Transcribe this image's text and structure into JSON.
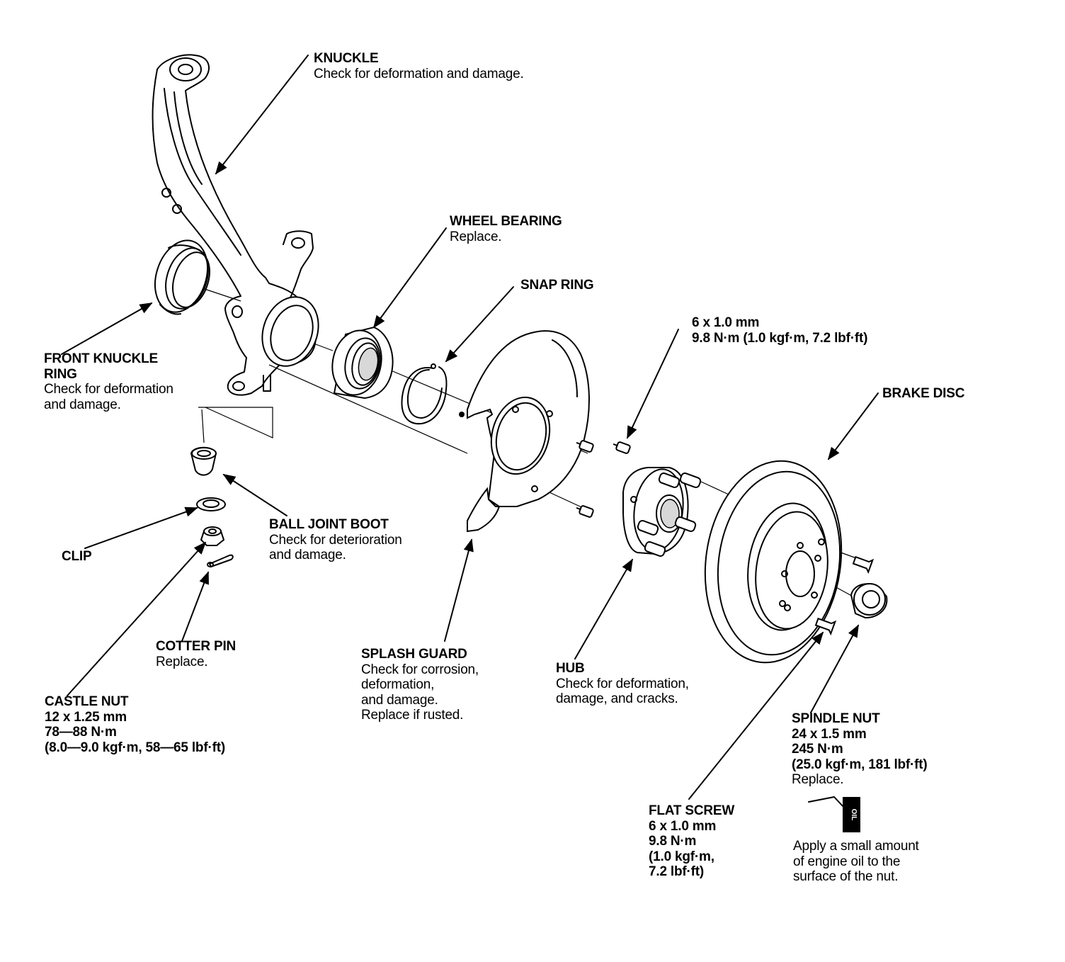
{
  "diagram": {
    "knuckle": {
      "title": "KNUCKLE",
      "lines": [
        "Check for deformation and damage."
      ]
    },
    "front_knuckle_ring": {
      "title_lines": [
        "FRONT KNUCKLE",
        "RING"
      ],
      "lines": [
        "Check for deformation",
        "and damage."
      ]
    },
    "wheel_bearing": {
      "title": "WHEEL BEARING",
      "lines": [
        "Replace."
      ]
    },
    "snap_ring": {
      "title": "SNAP RING"
    },
    "bolt_spec": {
      "bold_lines": [
        "6 x 1.0 mm",
        "9.8 N·m (1.0 kgf·m, 7.2 lbf·ft)"
      ]
    },
    "brake_disc": {
      "title": "BRAKE DISC"
    },
    "ball_joint_boot": {
      "title": "BALL JOINT BOOT",
      "lines": [
        "Check for deterioration",
        "and damage."
      ]
    },
    "clip": {
      "title": "CLIP"
    },
    "cotter_pin": {
      "title": "COTTER PIN",
      "lines": [
        "Replace."
      ]
    },
    "castle_nut": {
      "title": "CASTLE NUT",
      "bold_lines": [
        "12 x 1.25 mm",
        "78—88 N·m",
        "(8.0—9.0 kgf·m, 58—65 lbf·ft)"
      ]
    },
    "splash_guard": {
      "title": "SPLASH GUARD",
      "lines": [
        "Check for corrosion,",
        "deformation,",
        "and damage.",
        "Replace if rusted."
      ]
    },
    "hub": {
      "title": "HUB",
      "lines": [
        "Check for deformation,",
        "damage, and cracks."
      ]
    },
    "spindle_nut": {
      "title": "SPINDLE NUT",
      "bold_lines": [
        "24 x 1.5 mm",
        "245 N·m",
        "(25.0 kgf·m, 181 lbf·ft)"
      ],
      "lines": [
        "Replace."
      ]
    },
    "flat_screw": {
      "title": "FLAT SCREW",
      "bold_lines": [
        "6 x 1.0 mm",
        "9.8 N·m",
        "(1.0 kgf·m,",
        "7.2 lbf·ft)"
      ]
    },
    "oil_note": {
      "can_label": "OIL",
      "lines": [
        "Apply a small amount",
        "of engine oil to the",
        "surface of the nut."
      ]
    }
  }
}
